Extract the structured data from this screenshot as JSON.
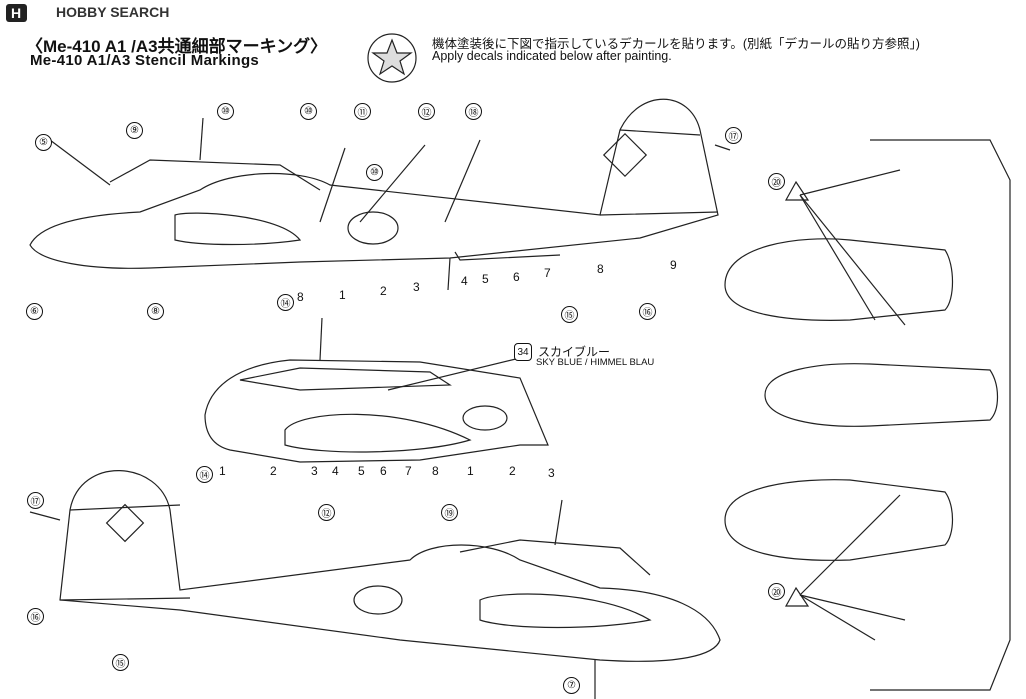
{
  "header": {
    "logo_mark": "H",
    "logo_text": "HOBBY SEARCH",
    "title_jp": "〈Me-410 A1 /A3共通細部マーキング〉",
    "title_en": "Me-410 A1/A3 Stencil Markings",
    "instruction_jp": "機体塗装後に下図で指示しているデカールを貼ります。(別紙「デカールの貼り方参照」)",
    "instruction_en": "Apply decals indicated below after painting."
  },
  "paint": {
    "code": "34",
    "name_jp": "スカイブルー",
    "name_en": "SKY BLUE / HIMMEL BLAU"
  },
  "views": {
    "left_side": {
      "decal_callouts": [
        "⑤",
        "⑨",
        "⑩",
        "⑩",
        "⑪",
        "⑫",
        "⑱",
        "⑩",
        "⑥",
        "⑧",
        "⑭",
        "⑮",
        "⑯",
        "⑰"
      ],
      "stencil_numbers": [
        "8",
        "1",
        "2",
        "3",
        "4",
        "5",
        "6",
        "7",
        "8",
        "9"
      ]
    },
    "top": {
      "decal_callouts": [
        "⑭"
      ],
      "stencil_numbers": [
        "1",
        "2",
        "3",
        "4",
        "5",
        "6",
        "7",
        "8",
        "1",
        "2",
        "3"
      ]
    },
    "right_side": {
      "decal_callouts": [
        "⑰",
        "⑯",
        "⑮",
        "⑫",
        "⑲",
        "⑦"
      ],
      "stencil_numbers": []
    },
    "underside": {
      "decal_callouts": [
        "⑳",
        "⑳"
      ]
    }
  }
}
